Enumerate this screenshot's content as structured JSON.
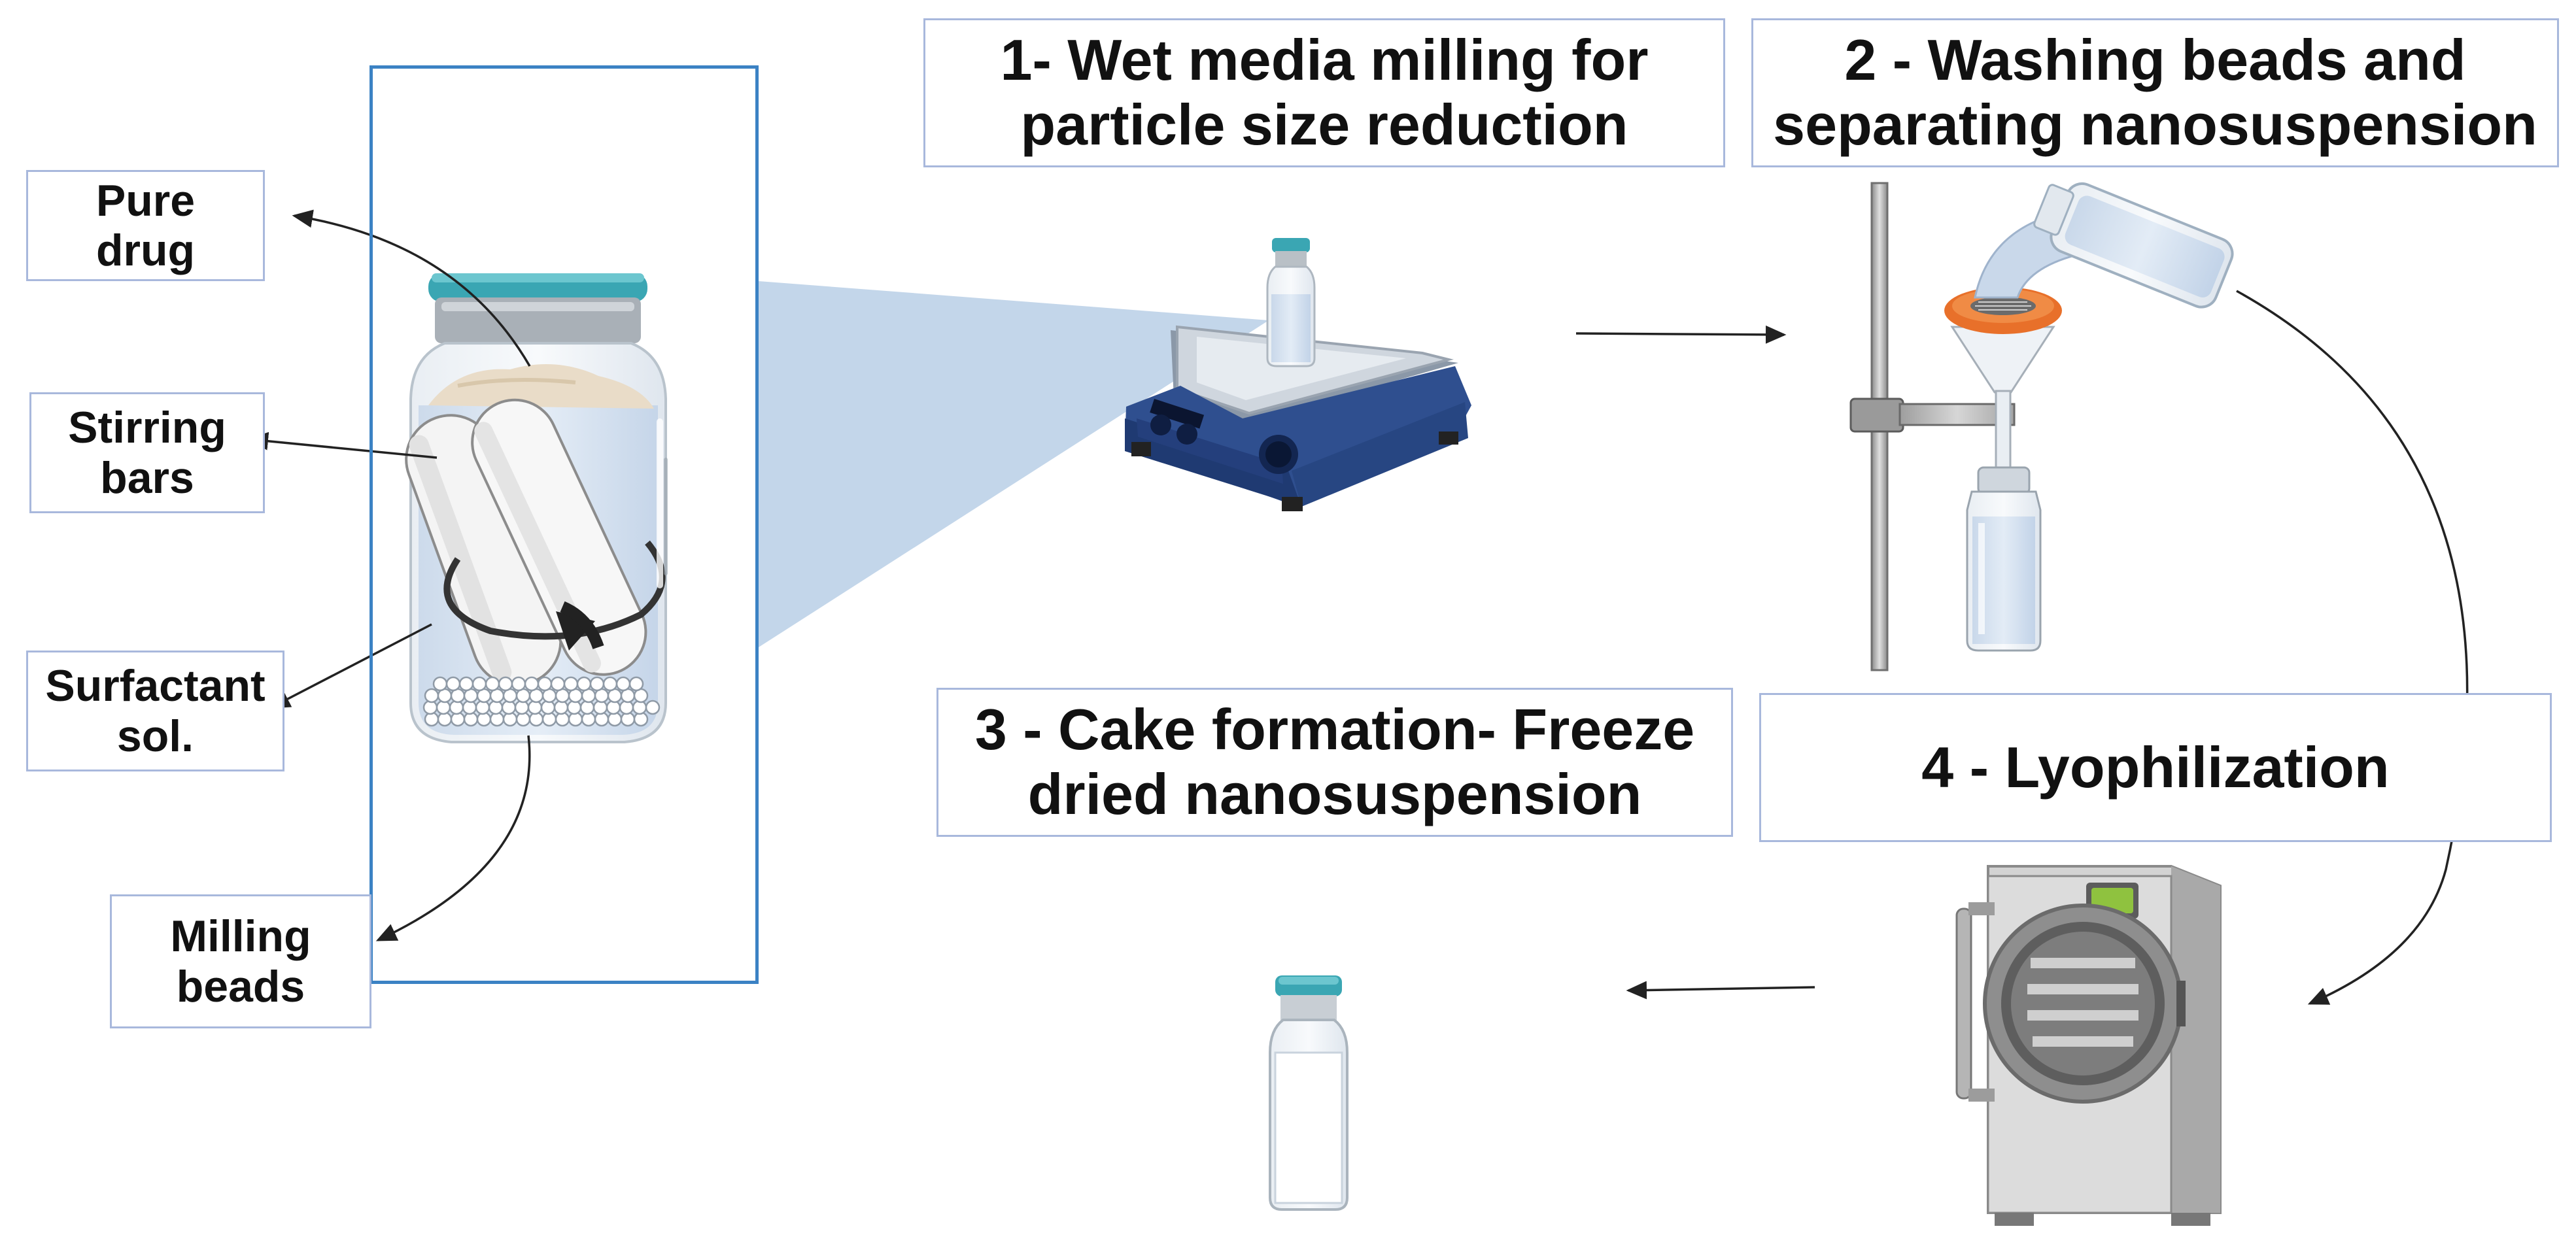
{
  "labels": {
    "pure_drug": [
      "Pure",
      "drug"
    ],
    "stirring_bars": [
      "Stirring",
      "bars"
    ],
    "surfactant": [
      "Surfactant",
      "sol."
    ],
    "milling_beads": [
      "Milling",
      "beads"
    ]
  },
  "steps": {
    "step1": [
      "1-  Wet media milling for",
      "particle size reduction"
    ],
    "step2": [
      "2 -  Washing beads and",
      "separating nanosuspension"
    ],
    "step3": [
      "3 -  Cake formation- Freeze",
      "dried nanosuspension"
    ],
    "step4": [
      "4 -  Lyophilization"
    ]
  },
  "colors": {
    "box_border": "#a8b8dc",
    "zoom_border": "#3b82c4",
    "zoom_beam": "#b9cfe6",
    "cap_teal": "#3aa6b3",
    "hotplate_blue": "#2f4f8f",
    "funnel_orange": "#e8702a",
    "freeze_dryer_grey": "#bfbfbf",
    "freeze_dryer_screen": "#8fc23f"
  }
}
